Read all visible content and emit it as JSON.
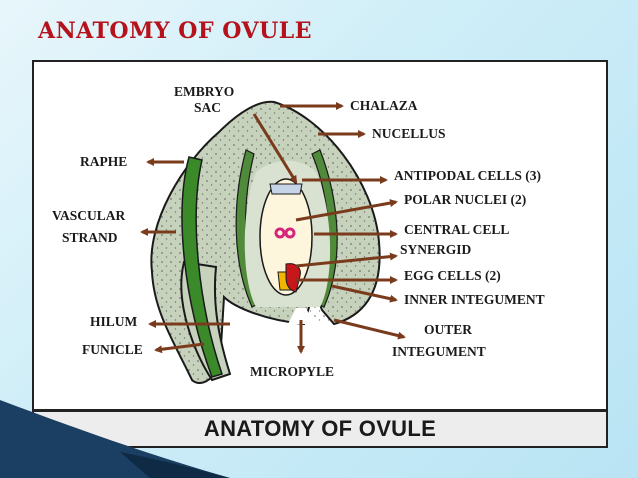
{
  "slide_title": "ANATOMY OF OVULE",
  "figure_caption": "ANATOMY OF OVULE",
  "labels": {
    "embryo_sac_line1": "EMBRYO",
    "embryo_sac_line2": "SAC",
    "chalaza": "CHALAZA",
    "nucellus": "NUCELLUS",
    "raphe": "RAPHE",
    "antipodal_cells": "ANTIPODAL CELLS (3)",
    "polar_nuclei": "POLAR NUCLEI (2)",
    "vascular_strand_line1": "VASCULAR",
    "vascular_strand_line2": "STRAND",
    "central_cell": "CENTRAL CELL",
    "synergid": "SYNERGID",
    "egg_cells": "EGG CELLS (2)",
    "inner_integument": "INNER INTEGUMENT",
    "hilum": "HILUM",
    "outer_integument_line1": "OUTER",
    "outer_integument_line2": "INTEGUMENT",
    "funicle": "FUNICLE",
    "micropyle": "MICROPYLE"
  },
  "colors": {
    "title": "#b5121b",
    "arrow": "#7a3b1c",
    "ovule_fill": "#c9d5c0",
    "vascular": "#3a8a2a",
    "embryo_sac": "#fdf6dc",
    "polar_nuclei": "#d4267a",
    "synergid": "#c8161d",
    "egg": "#f2b600"
  }
}
